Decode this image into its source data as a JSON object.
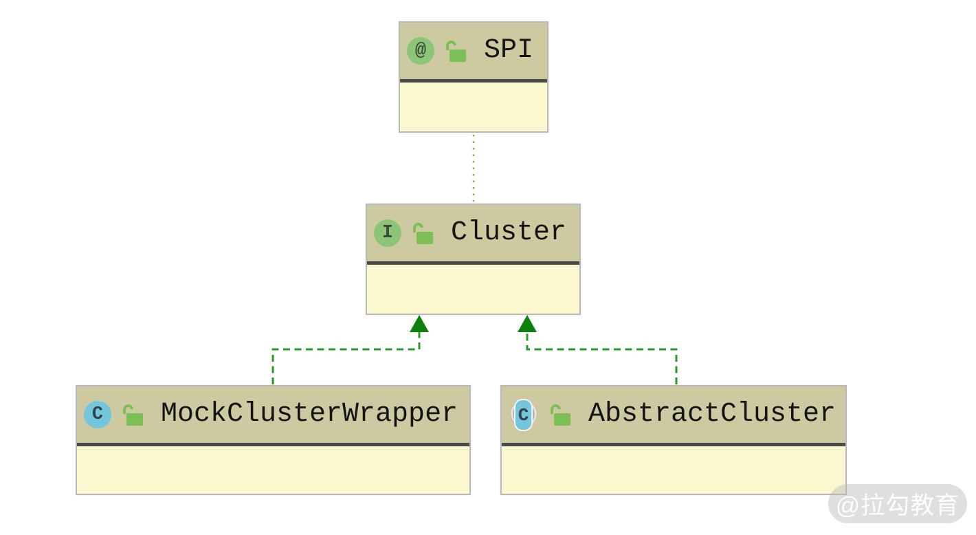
{
  "diagram": {
    "type": "uml-class-diagram",
    "nodes": [
      {
        "id": "spi",
        "title": "SPI",
        "stereotype": "annotation",
        "icon": "annotation-icon",
        "icon_letter": "@",
        "lock_icon": "unlock-icon"
      },
      {
        "id": "cluster",
        "title": "Cluster",
        "stereotype": "interface",
        "icon": "interface-icon",
        "icon_letter": "I",
        "lock_icon": "unlock-icon"
      },
      {
        "id": "mockclusterwrapper",
        "title": "MockClusterWrapper",
        "stereotype": "class",
        "icon": "class-icon",
        "icon_letter": "C",
        "lock_icon": "unlock-icon"
      },
      {
        "id": "abstractcluster",
        "title": "AbstractCluster",
        "stereotype": "abstract-class",
        "icon": "abstract-class-icon",
        "icon_letter": "C",
        "paren_left": "(",
        "paren_right": ")",
        "lock_icon": "unlock-icon"
      }
    ],
    "edges": [
      {
        "from": "SPI",
        "to": "Cluster",
        "type": "annotated-by",
        "style": "dotted",
        "color": "#a9a22e"
      },
      {
        "from": "MockClusterWrapper",
        "to": "Cluster",
        "type": "implements",
        "style": "dashed",
        "color": "#2a992a"
      },
      {
        "from": "AbstractCluster",
        "to": "Cluster",
        "type": "implements",
        "style": "dashed",
        "color": "#2a992a"
      }
    ],
    "colors": {
      "node_header": "#cdc9a0",
      "node_body": "#fbf7cf",
      "node_border": "#b9b9b9",
      "separator": "#4a4a4a",
      "annotation_badge": "#8cc578",
      "interface_badge": "#8cc578",
      "class_badge": "#74c6dd",
      "lock_green": "#7cbf57",
      "implements_edge": "#2a992a",
      "arrowhead": "#0b800b",
      "dotted_edge": "#a9a22e"
    }
  },
  "watermark": {
    "text": "@拉勾教育"
  }
}
